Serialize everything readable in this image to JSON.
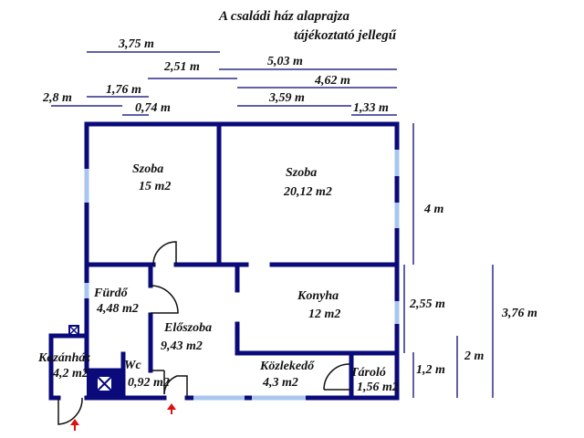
{
  "title": {
    "line1": "A családi ház alaprajza",
    "line2": "tájékoztató jellegű"
  },
  "colors": {
    "wall": "#0a0a7a",
    "window": "#a9c7ee",
    "dimension_line": "#2b2b8a",
    "arrow": "#e01010",
    "text": "#111111"
  },
  "dimensions_horizontal": [
    {
      "label": "3,75 m"
    },
    {
      "label": "2,51 m"
    },
    {
      "label": "5,03 m"
    },
    {
      "label": "1,76 m"
    },
    {
      "label": "4,62 m"
    },
    {
      "label": "2,8 m"
    },
    {
      "label": "3,59 m"
    },
    {
      "label": "0,74 m"
    },
    {
      "label": "1,33 m"
    }
  ],
  "dimensions_vertical": [
    {
      "label": "4 m"
    },
    {
      "label": "2,55 m"
    },
    {
      "label": "3,76 m"
    },
    {
      "label": "1,2 m"
    },
    {
      "label": "2 m"
    }
  ],
  "rooms": [
    {
      "name": "Szoba",
      "area": "15 m2"
    },
    {
      "name": "Szoba",
      "area": "20,12 m2"
    },
    {
      "name": "Fürdő",
      "area": "4,48 m2"
    },
    {
      "name": "Konyha",
      "area": "12 m2"
    },
    {
      "name": "Előszoba",
      "area": "9,43 m2"
    },
    {
      "name": "Kazánház",
      "area": "4,2 m2"
    },
    {
      "name": "Wc",
      "area": "0,92 m2"
    },
    {
      "name": "Közlekedő",
      "area": "4,3 m2"
    },
    {
      "name": "Tároló",
      "area": "1,56 m2"
    }
  ]
}
